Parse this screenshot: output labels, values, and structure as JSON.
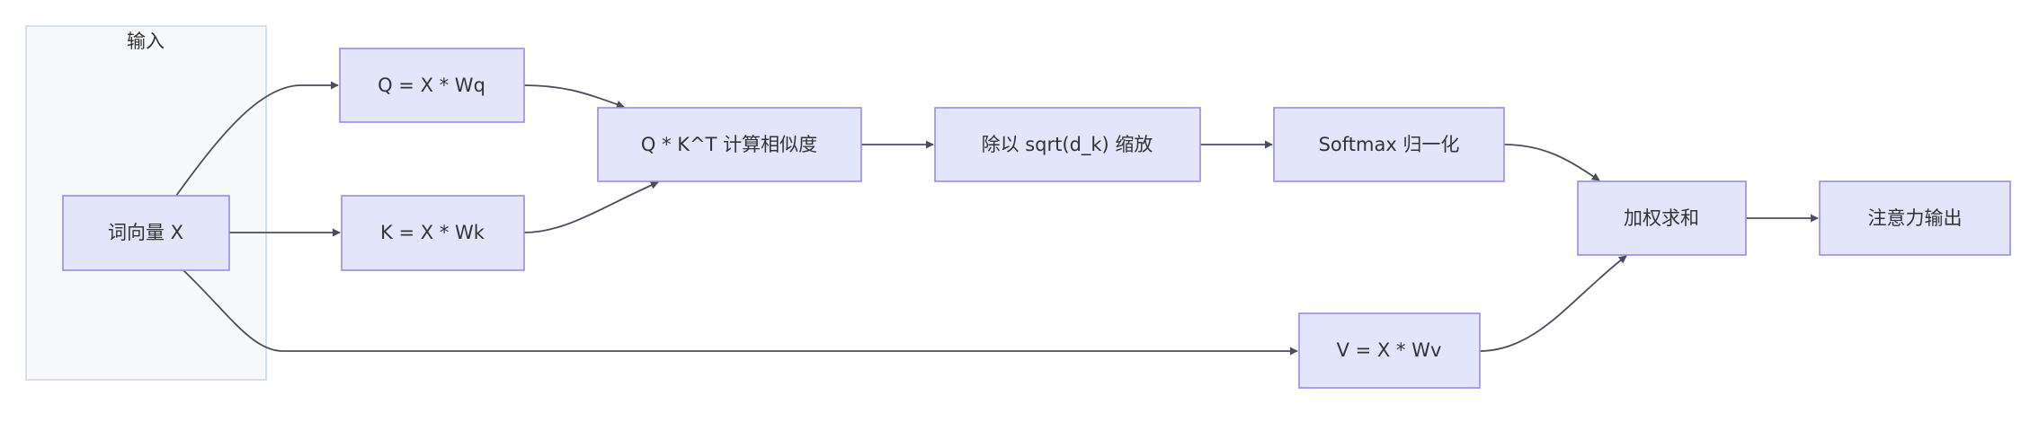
{
  "cluster": {
    "title": "输入"
  },
  "nodes": {
    "x": "词向量 X",
    "q": "Q = X * Wq",
    "k": "K = X * Wk",
    "v": "V = X * Wv",
    "qk": "Q * K^T 计算相似度",
    "scale": "除以 sqrt(d_k) 缩放",
    "softmax": "Softmax 归一化",
    "weighted": "加权求和",
    "out": "注意力输出"
  },
  "colors": {
    "node_fill": "#e3e6fb",
    "node_stroke": "#9a8ae9",
    "cluster_fill": "#f8f9fb",
    "cluster_stroke": "#cdd6e9",
    "edge": "#4b4d5f",
    "text": "#333333"
  }
}
